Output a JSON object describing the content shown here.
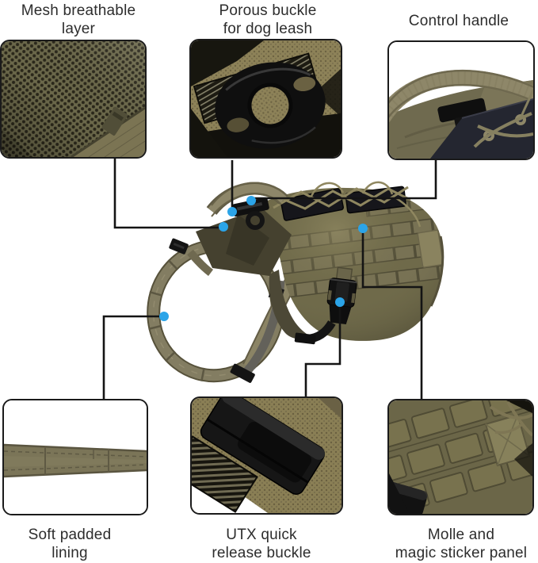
{
  "diagram": {
    "type": "product-feature-callout-diagram",
    "subject": "Tactical dog harness vest, olive green, side view with six feature close-ups",
    "background": "#ffffff"
  },
  "callouts": [
    {
      "id": "mesh-breathable-layer",
      "label": "Mesh breathable layer",
      "lines": [
        "Mesh breathable",
        "layer"
      ],
      "position": "top-left"
    },
    {
      "id": "porous-buckle",
      "label": "Porous buckle for dog leash",
      "lines": [
        "Porous buckle",
        "for dog leash"
      ],
      "position": "top-center"
    },
    {
      "id": "control-handle",
      "label": "Control handle",
      "lines": [
        "Control handle"
      ],
      "position": "top-right"
    },
    {
      "id": "soft-padded-lining",
      "label": "Soft padded lining",
      "lines": [
        "Soft padded",
        "lining"
      ],
      "position": "bottom-left"
    },
    {
      "id": "utx-quick-release-buckle",
      "label": "UTX quick release buckle",
      "lines": [
        "UTX quick",
        "release buckle"
      ],
      "position": "bottom-center"
    },
    {
      "id": "molle-magic-sticker-panel",
      "label": "Molle and magic sticker panel",
      "lines": [
        "Molle and",
        "magic sticker panel"
      ],
      "position": "bottom-right"
    }
  ],
  "colors": {
    "marker_blue": "#2ba4e8",
    "leader_line": "#141414",
    "label_text": "#2d2d2d",
    "vest_olive": "#6f6a4a",
    "strap_olive": "#837d62",
    "webbing_tan": "#8d8258",
    "hardware_black": "#131313",
    "background": "#ffffff"
  }
}
